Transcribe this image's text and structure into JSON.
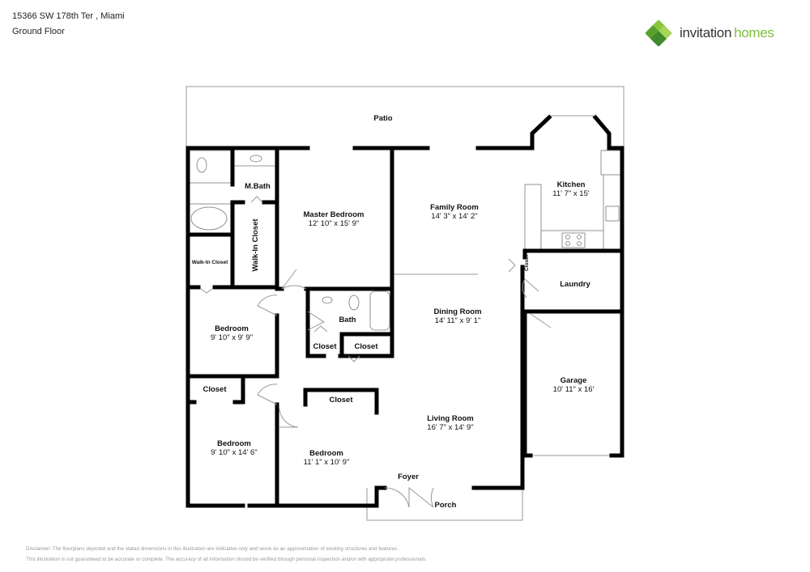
{
  "header": {
    "address": "15366 SW 178th Ter , Miami",
    "floor": "Ground Floor"
  },
  "logo": {
    "word1": "invitation",
    "word2": "homes",
    "colors": {
      "dark": "#333333",
      "green": "#7cbf3a"
    }
  },
  "rooms": {
    "patio": {
      "name": "Patio"
    },
    "kitchen": {
      "name": "Kitchen",
      "dims": "11' 7\" x 15'"
    },
    "family_room": {
      "name": "Family Room",
      "dims": "14' 3\" x 14' 2\""
    },
    "master_bedroom": {
      "name": "Master Bedroom",
      "dims": "12' 10\" x 15' 9\""
    },
    "m_bath": {
      "name": "M.Bath"
    },
    "walk_in_closet_1": {
      "name": "Walk-In Closet"
    },
    "walk_in_closet_2": {
      "name": "Walk-In Closet"
    },
    "closet_kitchen": {
      "name": "Closet"
    },
    "laundry": {
      "name": "Laundry"
    },
    "dining_room": {
      "name": "Dining Room",
      "dims": "14' 11\" x 9' 1\""
    },
    "bath": {
      "name": "Bath"
    },
    "closet_bath_1": {
      "name": "Closet"
    },
    "closet_bath_2": {
      "name": "Closet"
    },
    "bedroom_1": {
      "name": "Bedroom",
      "dims": "9' 10\" x 9' 9\""
    },
    "garage": {
      "name": "Garage",
      "dims": "10' 11\" x 16'"
    },
    "closet_bed_2": {
      "name": "Closet"
    },
    "closet_bed_3": {
      "name": "Closet"
    },
    "living_room": {
      "name": "Living Room",
      "dims": "16' 7\" x 14' 9\""
    },
    "bedroom_2": {
      "name": "Bedroom",
      "dims": "9' 10\" x 14' 6\""
    },
    "bedroom_3": {
      "name": "Bedroom",
      "dims": "11' 1\" x 10' 9\""
    },
    "foyer": {
      "name": "Foyer"
    },
    "porch": {
      "name": "Porch"
    }
  },
  "disclaimer": {
    "line1": "Disclaimer: The floorplans depicted and the stated dimensions in this illustration are indicative only and serve as an approximation of existing structures and features.",
    "line2": "This illustration is not guaranteed to be accurate or complete. The accuracy of all information should be verified through personal inspection and/or with appropriate professionals."
  }
}
